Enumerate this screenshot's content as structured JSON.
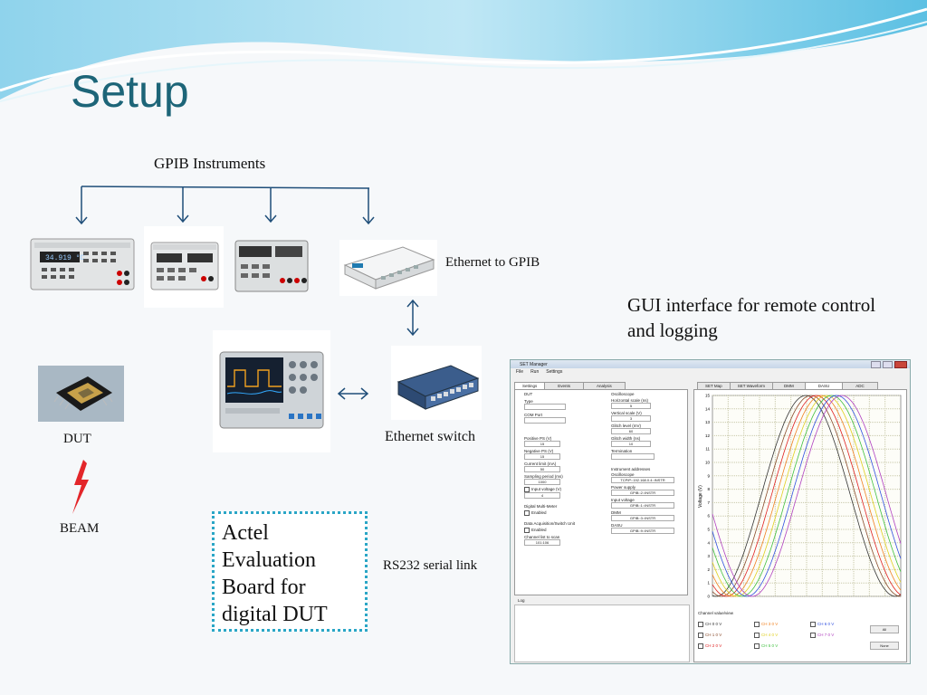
{
  "slide": {
    "title": "Setup",
    "gpib_label": "GPIB Instruments",
    "eth_gpib_label": "Ethernet to GPIB",
    "gui_label": "GUI interface for remote control and logging",
    "dut_label": "DUT",
    "beam_label": "BEAM",
    "switch_label": "Ethernet switch",
    "rs232_label": "RS232 serial link",
    "actel_label": "Actel Evaluation Board for digital DUT"
  },
  "colors": {
    "title": "#1d6578",
    "arrow": "#1f4e79",
    "dotted_border": "#2aa6c6",
    "beam": "#e3262a"
  },
  "gui": {
    "window_title": "SET Manager",
    "menu": [
      "File",
      "Run",
      "Settings"
    ],
    "left_tabs": [
      "Settings",
      "Events",
      "Analysis"
    ],
    "right_tabs": [
      "SET Map",
      "SET Waveform",
      "DMM",
      "DASU",
      "ADC"
    ],
    "dut_fields": [
      {
        "label": "DUT",
        "value": ""
      },
      {
        "label": "Type",
        "value": ""
      },
      {
        "label": "COM Port",
        "value": ""
      },
      {
        "label": "Positive PS (V)",
        "value": "15"
      },
      {
        "label": "Negative PS (V)",
        "value": "15"
      },
      {
        "label": "Current limit (mA)",
        "value": "50"
      },
      {
        "label": "Sampling period (ms)",
        "value": "1000"
      },
      {
        "label": "Input voltage (V)",
        "value": "4"
      }
    ],
    "dmm_section": "Digital Multi-Meter",
    "dmm_enabled": "Enabled",
    "daq_section": "Data Acquisition/Switch Unit",
    "daq_enabled": "Enabled",
    "channel_list_label": "Channel list to scan",
    "channel_list_value": "101:106",
    "scope_fields": [
      {
        "label": "Oscilloscope",
        "value": ""
      },
      {
        "label": "Horizontal scale (ns)",
        "value": "5"
      },
      {
        "label": "Vertical scale (V)",
        "value": "3"
      },
      {
        "label": "Glitch level (mV)",
        "value": "60"
      },
      {
        "label": "Glitch width (ns)",
        "value": "10"
      },
      {
        "label": "Termination",
        "value": ""
      }
    ],
    "addresses_title": "Instrument addresses",
    "addresses": [
      {
        "label": "Oscilloscope",
        "value": "TCPIP::192.168.0.4::INSTR"
      },
      {
        "label": "Power supply",
        "value": "GPIB::2::INSTR"
      },
      {
        "label": "Input voltage",
        "value": "GPIB::1::INSTR"
      },
      {
        "label": "DMM",
        "value": "GPIB::3::INSTR"
      },
      {
        "label": "DASU",
        "value": "GPIB::9::INSTR"
      }
    ],
    "log_label": "Log",
    "ylabel": "Voltage (V)",
    "y_ticks": [
      "0",
      "1",
      "2",
      "3",
      "4",
      "5",
      "6",
      "7",
      "8",
      "9",
      "10",
      "11",
      "12",
      "13",
      "14",
      "15"
    ],
    "channel_view_label": "Channel value/view",
    "channels": [
      {
        "name": "CH 0",
        "value": "0 V",
        "color": "#333333"
      },
      {
        "name": "CH 1",
        "value": "0 V",
        "color": "#8a4b2b"
      },
      {
        "name": "CH 2",
        "value": "0 V",
        "color": "#e02020"
      },
      {
        "name": "CH 3",
        "value": "0 V",
        "color": "#f08020"
      },
      {
        "name": "CH 4",
        "value": "0 V",
        "color": "#e0d020"
      },
      {
        "name": "CH 5",
        "value": "0 V",
        "color": "#40c040"
      },
      {
        "name": "CH 6",
        "value": "0 V",
        "color": "#3050e0"
      },
      {
        "name": "CH 7",
        "value": "0 V",
        "color": "#b040c0"
      }
    ],
    "all_button": "All",
    "none_button": "None"
  }
}
